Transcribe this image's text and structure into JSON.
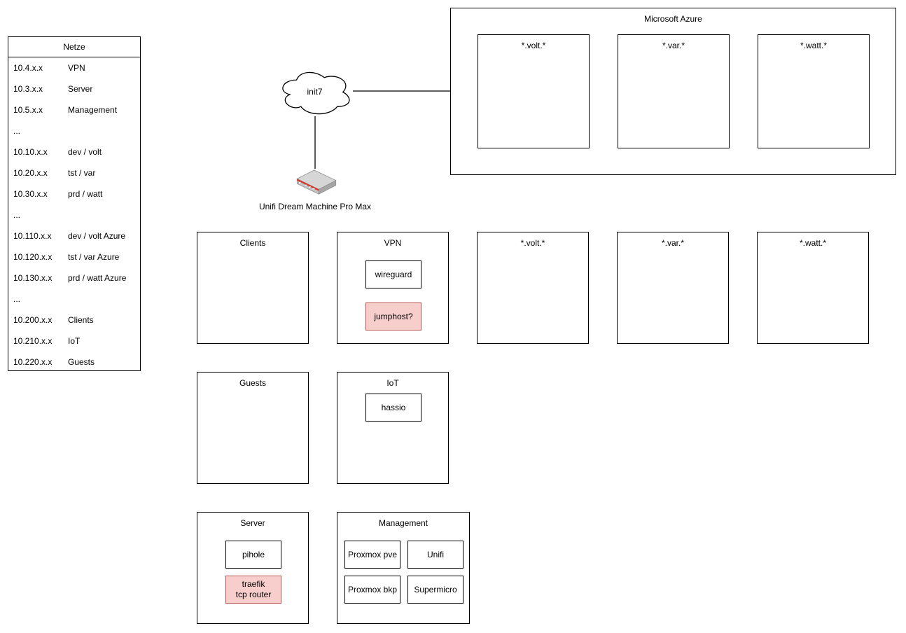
{
  "netze": {
    "title": "Netze",
    "rows": [
      {
        "range": "10.4.x.x",
        "label": "VPN"
      },
      {
        "range": "10.3.x.x",
        "label": "Server"
      },
      {
        "range": "10.5.x.x",
        "label": "Management"
      },
      {
        "range": "...",
        "label": ""
      },
      {
        "range": "10.10.x.x",
        "label": "dev / volt"
      },
      {
        "range": "10.20.x.x",
        "label": "tst / var"
      },
      {
        "range": "10.30.x.x",
        "label": "prd / watt"
      },
      {
        "range": "...",
        "label": ""
      },
      {
        "range": "10.110.x.x",
        "label": "dev / volt Azure"
      },
      {
        "range": "10.120.x.x",
        "label": "tst / var Azure"
      },
      {
        "range": "10.130.x.x",
        "label": "prd / watt Azure"
      },
      {
        "range": "...",
        "label": ""
      },
      {
        "range": "10.200.x.x",
        "label": "Clients"
      },
      {
        "range": "10.210.x.x",
        "label": "IoT"
      },
      {
        "range": "10.220.x.x",
        "label": "Guests"
      }
    ]
  },
  "wan": {
    "cloud_label": "init7",
    "router_label": "Unifi Dream Machine Pro Max"
  },
  "azure": {
    "title": "Microsoft Azure",
    "subnets": [
      {
        "title": "*.volt.*"
      },
      {
        "title": "*.var.*"
      },
      {
        "title": "*.watt.*"
      }
    ]
  },
  "networks": {
    "clients": {
      "title": "Clients"
    },
    "vpn": {
      "title": "VPN",
      "wireguard": "wireguard",
      "jumphost": "jumphost?"
    },
    "volt": {
      "title": "*.volt.*"
    },
    "var": {
      "title": "*.var.*"
    },
    "watt": {
      "title": "*.watt.*"
    },
    "guests": {
      "title": "Guests"
    },
    "iot": {
      "title": "IoT",
      "hassio": "hassio"
    },
    "server": {
      "title": "Server",
      "pihole": "pihole",
      "traefik": "traefik\ntcp router"
    },
    "management": {
      "title": "Management",
      "items": [
        "Proxmox pve",
        "Unifi",
        "Proxmox bkp",
        "Supermicro"
      ]
    }
  },
  "colors": {
    "highlight_fill": "#f8cecc",
    "highlight_border": "#b85450",
    "box_border": "#000000",
    "router_accent_red": "#e0342b",
    "background": "#ffffff"
  }
}
